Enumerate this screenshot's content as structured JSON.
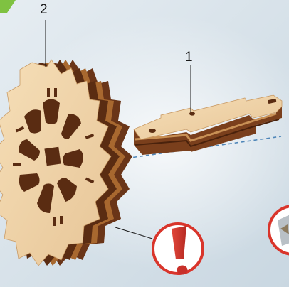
{
  "callouts": [
    {
      "number": "2",
      "part": "gear-wheel"
    },
    {
      "number": "1",
      "part": "connecting-bar"
    }
  ],
  "warning_icon": {
    "symbol": "!",
    "icon": "exclamation-warning-icon"
  },
  "colors": {
    "background": "#d7e2ea",
    "wood_face": "#efd3a9",
    "wood_edge": "#8a4b24",
    "wood_dark": "#5a2c12",
    "warning_red": "#d9352b",
    "corner_tab_green": "#7fc241"
  }
}
